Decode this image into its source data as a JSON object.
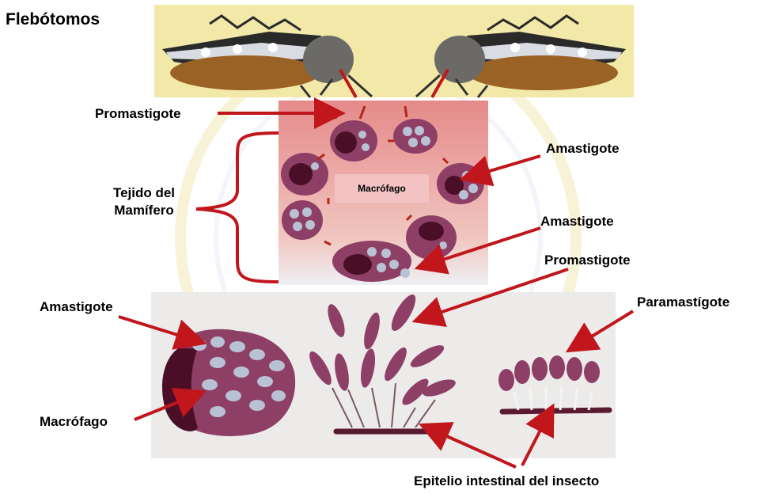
{
  "title": "Flebótomos",
  "labels": {
    "promastigote_top": "Promastigote",
    "amastigote_right_1": "Amastigote",
    "tejido_line1": "Tejido del",
    "tejido_line2": "Mamífero",
    "amastigote_right_2": "Amastigote",
    "promastigote_bottom": "Promastigote",
    "paramastigote": "Paramastígote",
    "amastigote_left": "Amastigote",
    "macrofago_left": "Macrófago",
    "epitelio": "Epitelio intestinal del insecto"
  },
  "inner_label": "Macrófago",
  "colors": {
    "arrow": "#c0161c",
    "cell_fill": "#8e3f66",
    "nucleus": "#4a0f26",
    "parasite": "#b9c2d4",
    "panel_pink": "#e8a0a0",
    "panel_gray": "#ecebea",
    "insect_bg": "#f2e9a9"
  }
}
